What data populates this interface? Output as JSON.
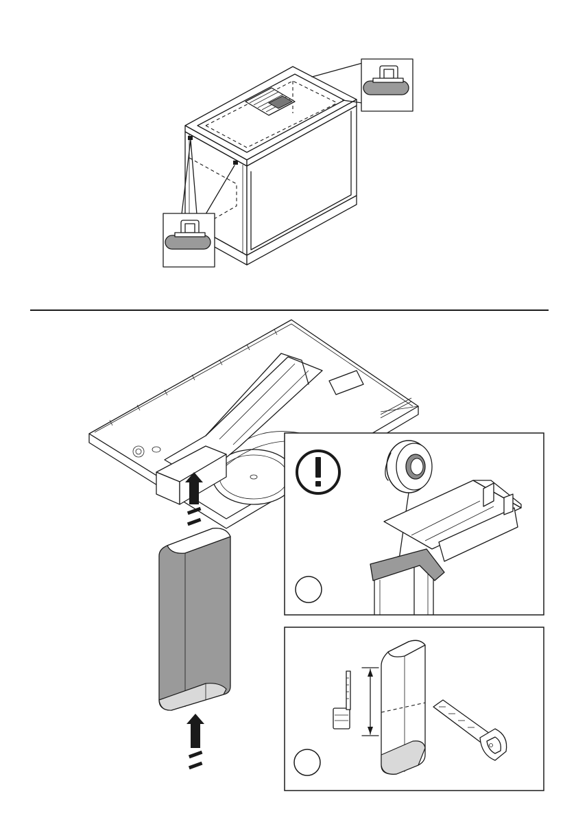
{
  "page": {
    "background": "#ffffff",
    "line_color": "#1a1a1a",
    "fill_gray": "#9a9a9a",
    "fill_light": "#ffffff"
  },
  "figures": [
    {
      "name": "cabinet-with-cooktop-and-clips",
      "icons": [
        "cabinet-icon",
        "mounting-clip-icon",
        "mounting-clip-icon"
      ]
    },
    {
      "name": "cooktop-underside-with-duct",
      "icons": [
        "cooktop-underside-icon",
        "duct-piece-icon",
        "arrow-up-icon",
        "arrow-up-icon"
      ]
    },
    {
      "name": "tape-seal-detail",
      "icons": [
        "warning-icon",
        "tape-roll-icon"
      ],
      "step_label": ""
    },
    {
      "name": "measure-and-cut-detail",
      "icons": [
        "tape-measure-icon",
        "saw-icon",
        "duct-piece-icon"
      ],
      "step_label": ""
    }
  ]
}
